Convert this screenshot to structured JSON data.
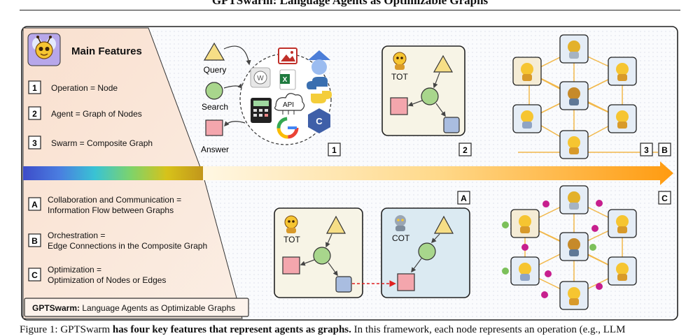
{
  "title": "GPTSwarm: Language Agents as Optimizable Graphs",
  "features": {
    "heading": "Main Features",
    "items": [
      {
        "key": "1",
        "text": "Operation = Node"
      },
      {
        "key": "2",
        "text": "Agent = Graph of Nodes"
      },
      {
        "key": "3",
        "text": "Swarm = Composite Graph"
      }
    ],
    "capabilities": [
      {
        "key": "A",
        "line1": "Collaboration and Communication =",
        "line2": "Information Flow between Graphs"
      },
      {
        "key": "B",
        "line1": "Orchestration =",
        "line2": "Edge Connections in the Composite Graph"
      },
      {
        "key": "C",
        "line1": "Optimization =",
        "line2": "Optimization of Nodes or Edges"
      }
    ],
    "footer_bold": "GPTSwarm:",
    "footer_rest": " Language Agents as Optimizable Graphs"
  },
  "panel1": {
    "query": "Query",
    "search": "Search",
    "answer": "Answer",
    "api": "API",
    "label": "1"
  },
  "panel2": {
    "agent": "TOT",
    "label": "2"
  },
  "panel3": {
    "label": "3",
    "label_b": "B"
  },
  "panelA": {
    "agent1": "TOT",
    "agent2": "COT",
    "label": "A"
  },
  "panelC": {
    "label": "C"
  },
  "caption": {
    "lead": "Figure 1: GPTSwarm ",
    "bold": "has four key features that represent agents as graphs.",
    "rest": " In this framework, each node represents an operation (e.g., LLM"
  },
  "colors": {
    "node_yellow": "#f6de86",
    "node_green": "#a8d68c",
    "node_pink": "#f4a6ad",
    "node_blue": "#a9bde0",
    "edge_gold": "#f2b84a",
    "dash_red": "#e02020"
  }
}
